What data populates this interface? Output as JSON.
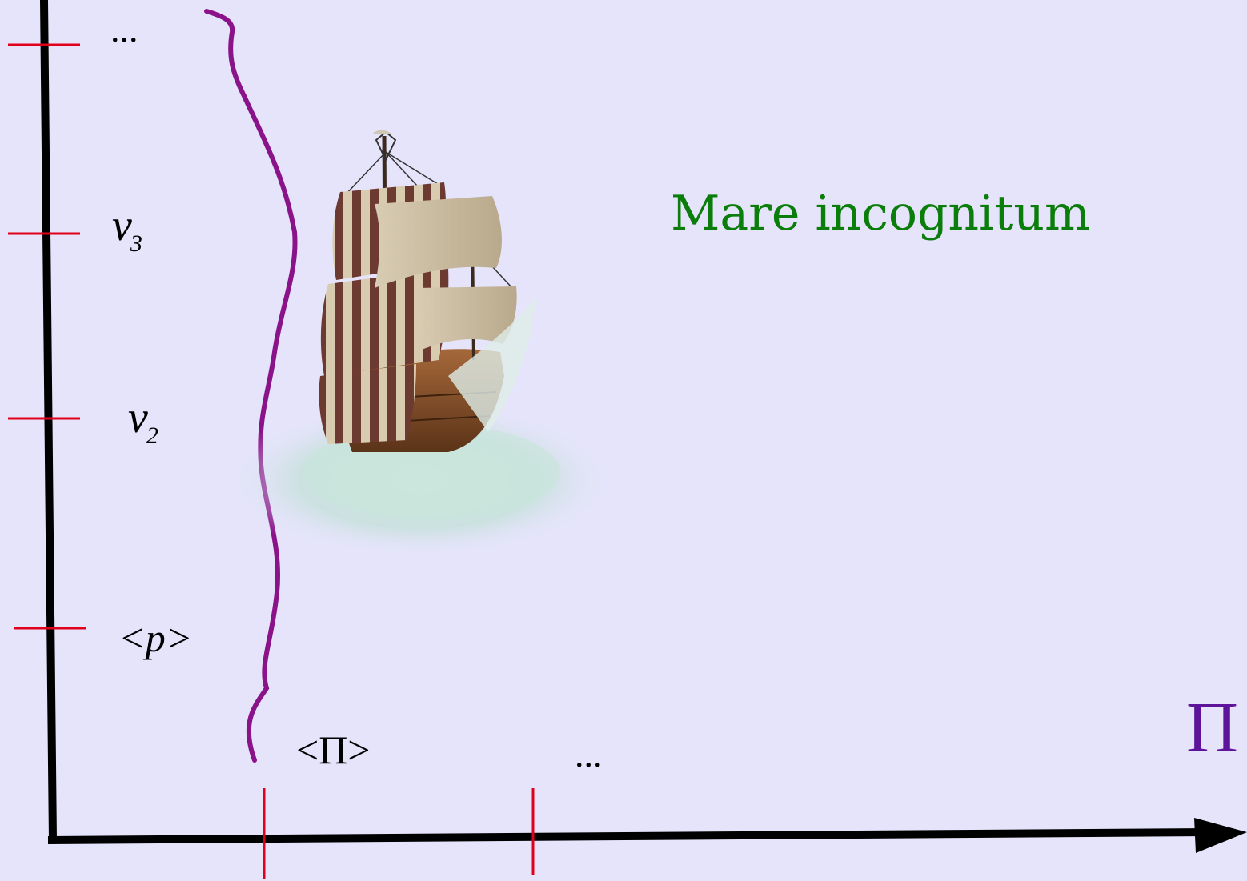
{
  "diagram": {
    "y_ticks": [
      {
        "main": "v",
        "sub": "3"
      },
      {
        "main": "v",
        "sub": "2"
      },
      {
        "main": "<p>"
      }
    ],
    "y_top_ellipsis": "...",
    "x_ticks": [
      {
        "label": "<Π>"
      }
    ],
    "x_right_ellipsis": "...",
    "region_label": "Mare incognitum",
    "x_axis_symbol": "Π",
    "colors": {
      "background": "#e6e4fb",
      "axes": "#000000",
      "tick_marks": "#e0001a",
      "boundary_curve": "#8a138a",
      "region_label": "#0a7d0a",
      "axis_symbol": "#5d139a"
    },
    "illustration": "sailing-ship-icon"
  }
}
